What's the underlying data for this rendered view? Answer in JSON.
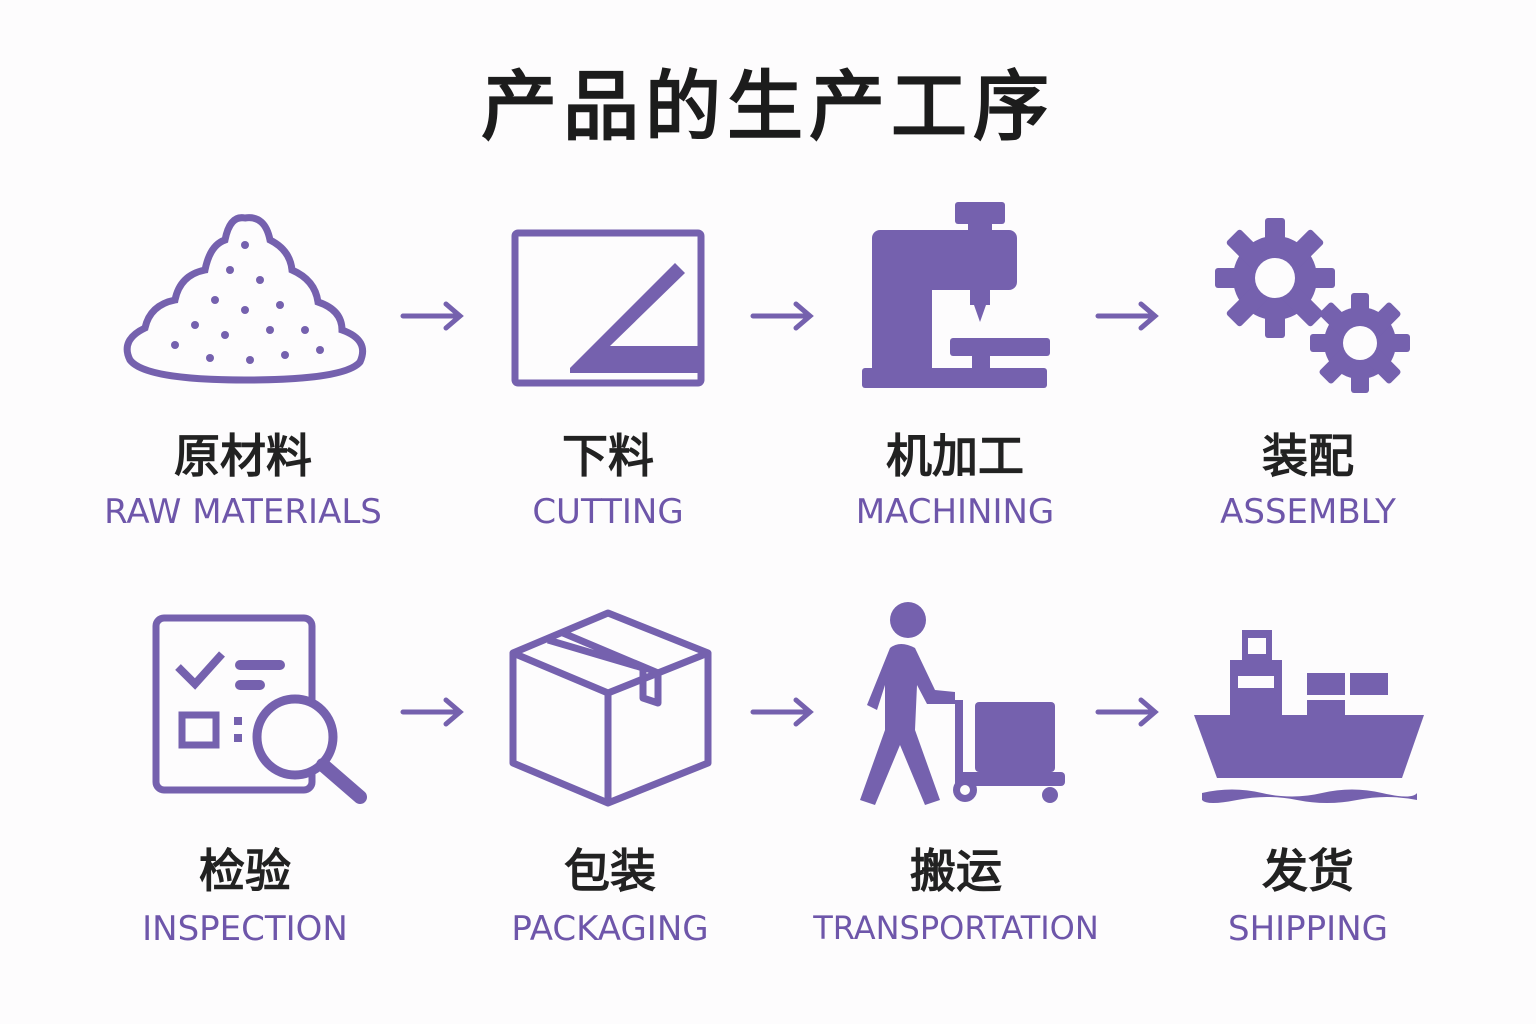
{
  "title": "产品的生产工序",
  "accent": "#7561ae",
  "steps": [
    {
      "cn": "原材料",
      "en": "RAW MATERIALS",
      "icon": "powder-pile-icon"
    },
    {
      "cn": "下料",
      "en": "CUTTING",
      "icon": "cutting-icon"
    },
    {
      "cn": "机加工",
      "en": "MACHINING",
      "icon": "drill-press-icon"
    },
    {
      "cn": "装配",
      "en": "ASSEMBLY",
      "icon": "gears-icon"
    },
    {
      "cn": "检验",
      "en": "INSPECTION",
      "icon": "inspection-icon"
    },
    {
      "cn": "包装",
      "en": "PACKAGING",
      "icon": "box-icon"
    },
    {
      "cn": "搬运",
      "en": "TRANSPORTATION",
      "icon": "pallet-jack-icon"
    },
    {
      "cn": "发货",
      "en": "SHIPPING",
      "icon": "cargo-ship-icon"
    }
  ]
}
